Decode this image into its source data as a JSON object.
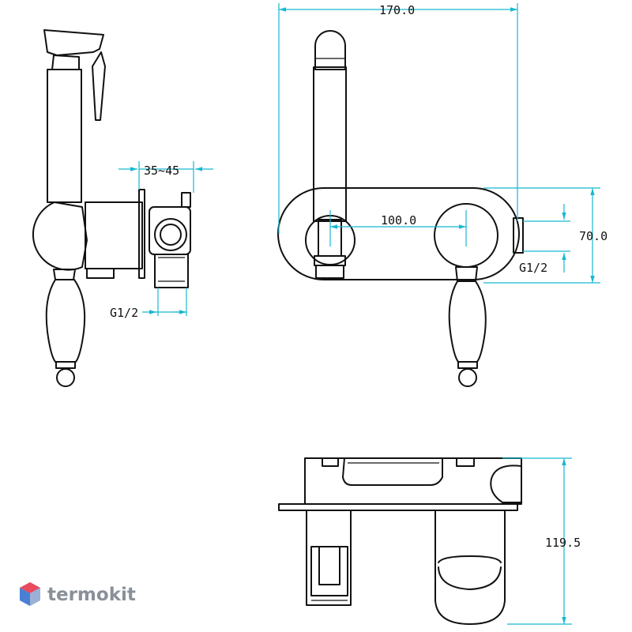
{
  "drawing": {
    "side_view": {
      "depth_dimension": "35~45",
      "thread_dimension": "G1/2"
    },
    "front_view": {
      "width_dimension": "170.0",
      "center_distance_dimension": "100.0",
      "height_dimension": "70.0",
      "thread_dimension": "G1/2"
    },
    "top_view": {
      "length_dimension": "119.5"
    }
  },
  "watermark": {
    "brand": "termokit"
  },
  "colors": {
    "outline": "#111111",
    "dimension_lines": "#17b8d2",
    "watermark_text": "#8a9099",
    "watermark_logo": [
      "#e84a5f",
      "#4a7fd4",
      "#b9c6dc"
    ]
  }
}
